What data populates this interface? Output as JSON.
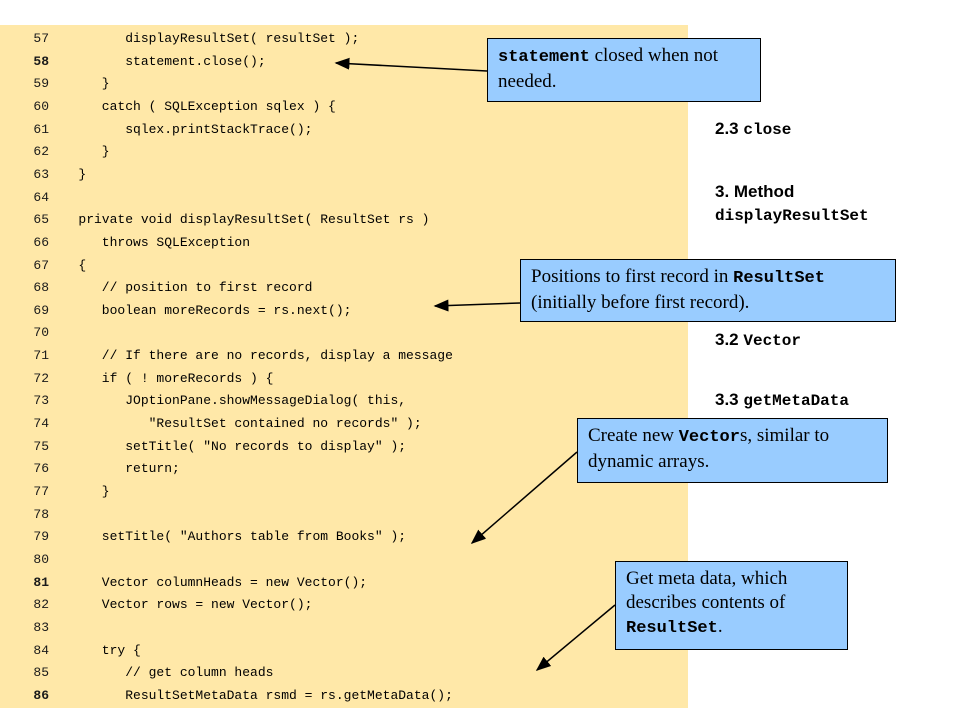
{
  "code_lines": [
    {
      "num": "57",
      "code": "         displayResultSet( resultSet );",
      "bold": false
    },
    {
      "num": "58",
      "code": "         statement.close();",
      "bold": true
    },
    {
      "num": "59",
      "code": "      }",
      "bold": false
    },
    {
      "num": "60",
      "code": "      catch ( SQLException sqlex ) {",
      "bold": false
    },
    {
      "num": "61",
      "code": "         sqlex.printStackTrace();",
      "bold": false
    },
    {
      "num": "62",
      "code": "      }",
      "bold": false
    },
    {
      "num": "63",
      "code": "   }",
      "bold": false
    },
    {
      "num": "64",
      "code": "",
      "bold": false
    },
    {
      "num": "65",
      "code": "   private void displayResultSet( ResultSet rs )",
      "bold": false
    },
    {
      "num": "66",
      "code": "      throws SQLException",
      "bold": false
    },
    {
      "num": "67",
      "code": "   {",
      "bold": false
    },
    {
      "num": "68",
      "code": "      // position to first record",
      "bold": false
    },
    {
      "num": "69",
      "code": "      boolean moreRecords = rs.next();",
      "bold": false
    },
    {
      "num": "70",
      "code": "",
      "bold": false
    },
    {
      "num": "71",
      "code": "      // If there are no records, display a message",
      "bold": false
    },
    {
      "num": "72",
      "code": "      if ( ! moreRecords ) {",
      "bold": false
    },
    {
      "num": "73",
      "code": "         JOptionPane.showMessageDialog( this,",
      "bold": false
    },
    {
      "num": "74",
      "code": "            \"ResultSet contained no records\" );",
      "bold": false
    },
    {
      "num": "75",
      "code": "         setTitle( \"No records to display\" );",
      "bold": false
    },
    {
      "num": "76",
      "code": "         return;",
      "bold": false
    },
    {
      "num": "77",
      "code": "      }",
      "bold": false
    },
    {
      "num": "78",
      "code": "",
      "bold": false
    },
    {
      "num": "79",
      "code": "      setTitle( \"Authors table from Books\" );",
      "bold": false
    },
    {
      "num": "80",
      "code": "",
      "bold": false
    },
    {
      "num": "81",
      "code": "      Vector columnHeads = new Vector();",
      "bold": true
    },
    {
      "num": "82",
      "code": "      Vector rows = new Vector();",
      "bold": false
    },
    {
      "num": "83",
      "code": "",
      "bold": false
    },
    {
      "num": "84",
      "code": "      try {",
      "bold": false
    },
    {
      "num": "85",
      "code": "         // get column heads",
      "bold": false
    },
    {
      "num": "86",
      "code": "         ResultSetMetaData rsmd = rs.getMetaData();",
      "bold": true
    }
  ],
  "callouts": {
    "c1": {
      "mono": "statement",
      "text": " closed when not needed."
    },
    "c2": {
      "text1": "Positions to first record in ",
      "mono": "ResultSet",
      "text2": " (initially before first record)."
    },
    "c3": {
      "text1": "Create new ",
      "mono": "Vector",
      "text2": "s, similar to dynamic arrays."
    },
    "c4": {
      "text1": "Get meta data, which describes contents of ",
      "mono": "ResultSet",
      "text2": "."
    }
  },
  "outline": {
    "i1": {
      "num": "2.3 ",
      "mono": "close"
    },
    "i2": {
      "num": "3. Method",
      "mono": "displayResultSet"
    },
    "i3": {
      "num": "3.2 ",
      "mono": "Vector"
    },
    "i4": {
      "num": "3.3 ",
      "mono": "getMetaData"
    }
  }
}
